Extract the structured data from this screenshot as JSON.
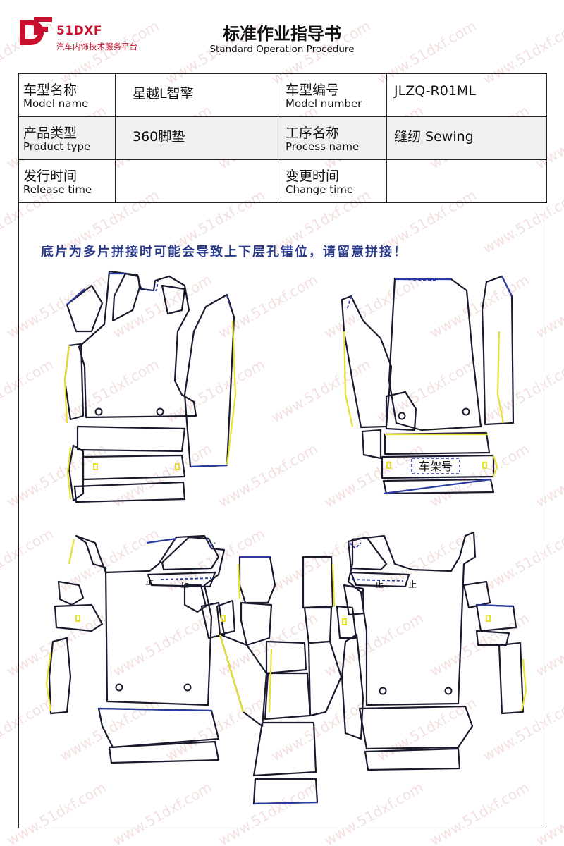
{
  "header": {
    "brand": "51DXF",
    "brand_sub": "汽车内饰技术服务平台",
    "title": "标准作业指导书",
    "title_en": "Standard Operation Procedure"
  },
  "info": {
    "row1": {
      "label1_zh": "车型名称",
      "label1_en": "Model name",
      "value1": "星越L智擎",
      "label2_zh": "车型编号",
      "label2_en": "Model number",
      "value2": "JLZQ-R01ML"
    },
    "row2": {
      "label1_zh": "产品类型",
      "label1_en": "Product type",
      "value1": "360脚垫",
      "label2_zh": "工序名称",
      "label2_en": "Process name",
      "value2": "缝纫 Sewing"
    },
    "row3": {
      "label1_zh": "发行时间",
      "label1_en": "Release time",
      "value1": "",
      "label2_zh": "变更时间",
      "label2_en": "Change time",
      "value2": ""
    }
  },
  "diagram": {
    "warning": "底片为多片拼接时可能会导致上下层孔错位，请留意拼接！",
    "frame_label": "车架号",
    "mark_label": "止",
    "colors": {
      "outline": "#1a1a2e",
      "yellow_edge": "#e8e030",
      "blue_edge": "#2a3aa0"
    }
  },
  "watermark": {
    "text": "www.51dxf.com"
  },
  "brand_color": "#c8102e"
}
